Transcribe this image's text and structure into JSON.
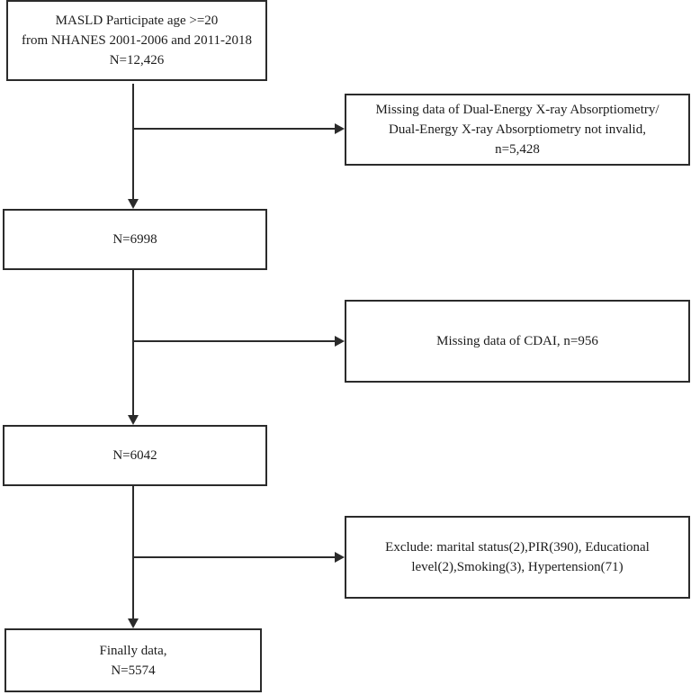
{
  "diagram": {
    "type": "participant-flowchart",
    "colors": {
      "line": "#2b2b2b",
      "text": "#1c1c1c",
      "background": "#ffffff"
    },
    "boxes": {
      "start": {
        "lines": [
          "MASLD Participate age >=20",
          "from NHANES 2001-2006 and 2011-2018",
          "N=12,426"
        ]
      },
      "excl_dxa": {
        "lines": [
          "Missing data of Dual-Energy X-ray Absorptiometry/",
          "Dual-Energy X-ray Absorptiometry not invalid,",
          "n=5,428"
        ]
      },
      "n6998": {
        "lines": [
          "N=6998"
        ]
      },
      "excl_cdai": {
        "lines": [
          "Missing data of CDAI, n=956"
        ]
      },
      "n6042": {
        "lines": [
          "N=6042"
        ]
      },
      "excl_cov": {
        "lines": [
          "Exclude: marital status(2),PIR(390), Educational",
          "level(2),Smoking(3), Hypertension(71)"
        ]
      },
      "final": {
        "lines": [
          "Finally data,",
          "N=5574"
        ]
      }
    }
  }
}
